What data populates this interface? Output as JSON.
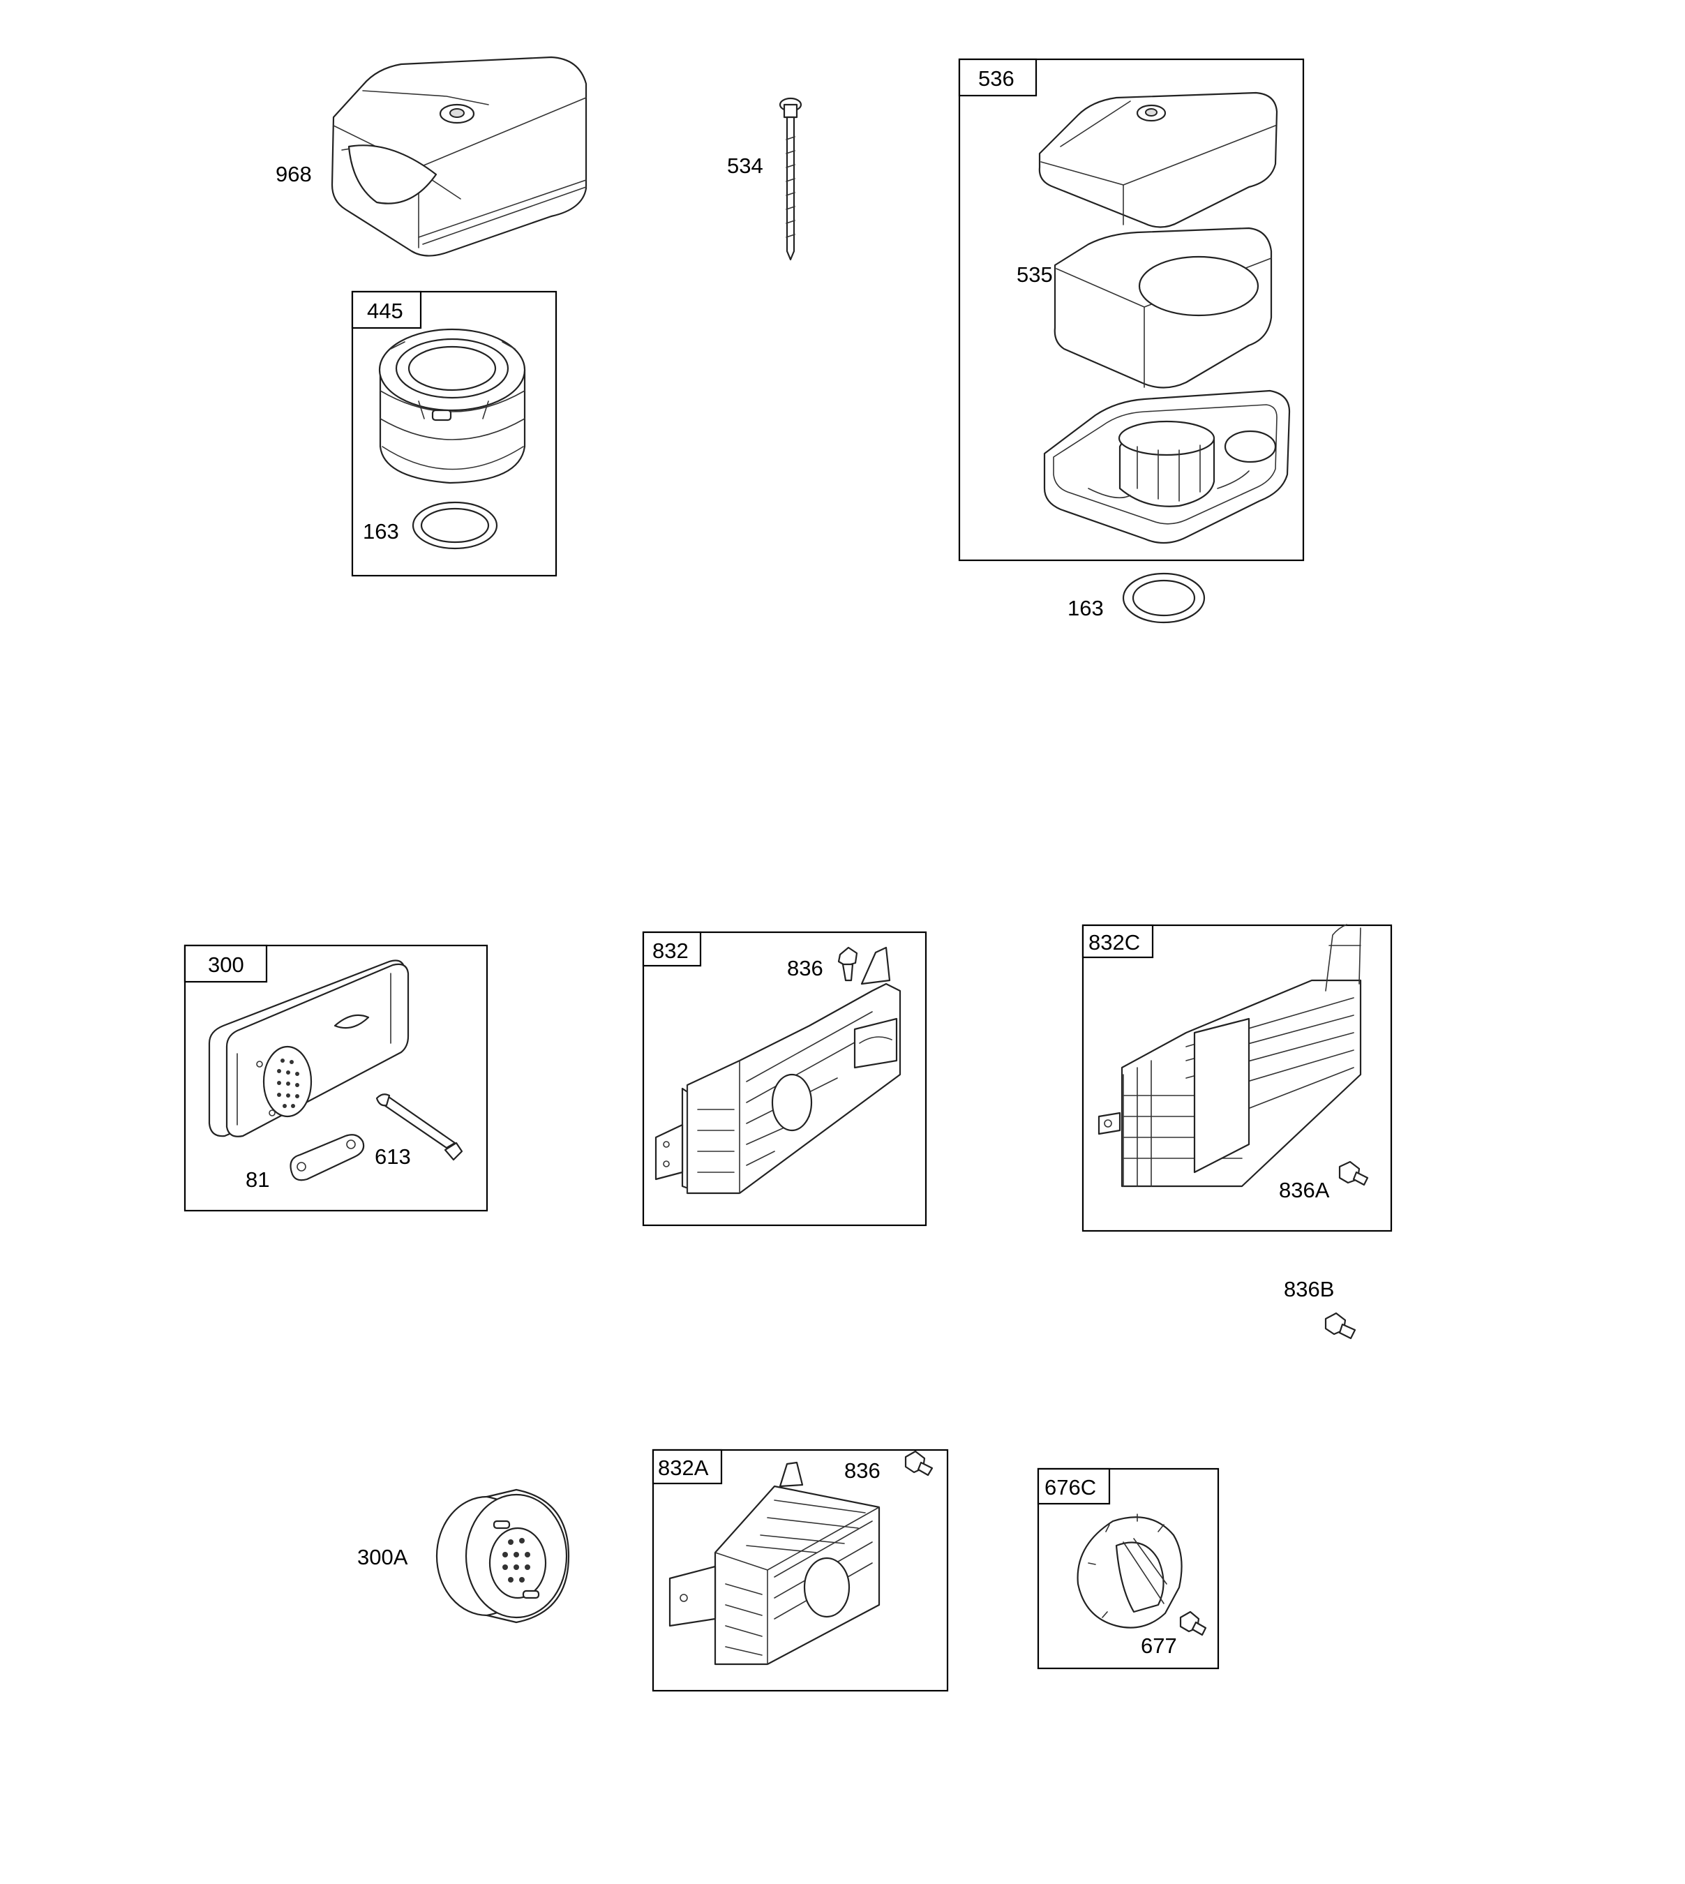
{
  "callouts": {
    "p968": "968",
    "p534": "534",
    "p536": "536",
    "p535": "535",
    "p445": "445",
    "p163a": "163",
    "p163b": "163",
    "p300": "300",
    "p81": "81",
    "p613": "613",
    "p832": "832",
    "p836a": "836",
    "p832c": "832C",
    "p836A": "836A",
    "p836B": "836B",
    "p300A": "300A",
    "p832A": "832A",
    "p836b": "836",
    "p676C": "676C",
    "p677": "677"
  }
}
